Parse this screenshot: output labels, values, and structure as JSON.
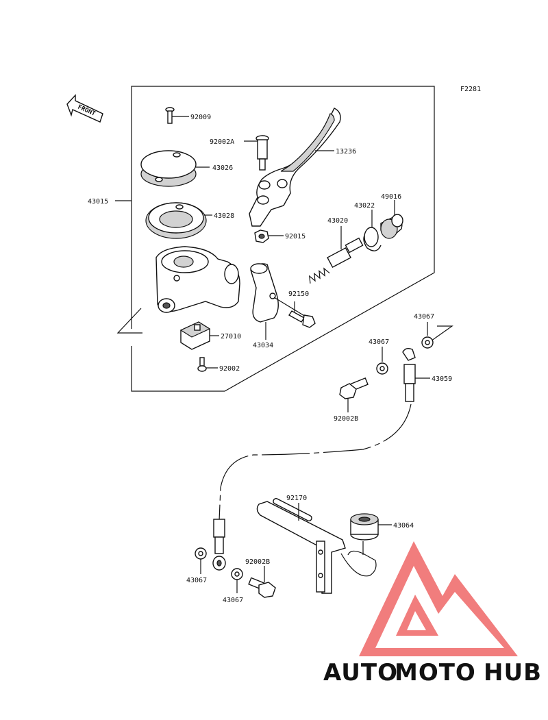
{
  "figure_code": "F2281",
  "front_arrow": "FRONT",
  "parts": {
    "assembly": "43015",
    "screw_cap": "92009",
    "cap": "43026",
    "diaphragm": "43028",
    "lever_bolt": "92002A",
    "lever": "13236",
    "lever_nut": "92015",
    "piston": "43020",
    "circlip": "43022",
    "boot": "49016",
    "clamp_bolt": "92150",
    "holder": "43034",
    "switch": "27010",
    "switch_screw": "92002",
    "gasket_right": "43067",
    "gasket_mid": "43067",
    "hose": "43059",
    "banjo_bolt_upper": "92002B",
    "bracket": "92170",
    "grommet": "43064",
    "banjo_bolt_lower": "92002B",
    "gasket_lower_left": "43067",
    "gasket_lower_mid": "43067"
  },
  "watermark": {
    "word_1": "AUTO",
    "word_2": "MOTO",
    "word_3": "HUB",
    "color_1": "#f5c08a",
    "color_2": "#f08a8a",
    "color_3": "#9a9a9a",
    "triangle_color": "#f07070"
  }
}
